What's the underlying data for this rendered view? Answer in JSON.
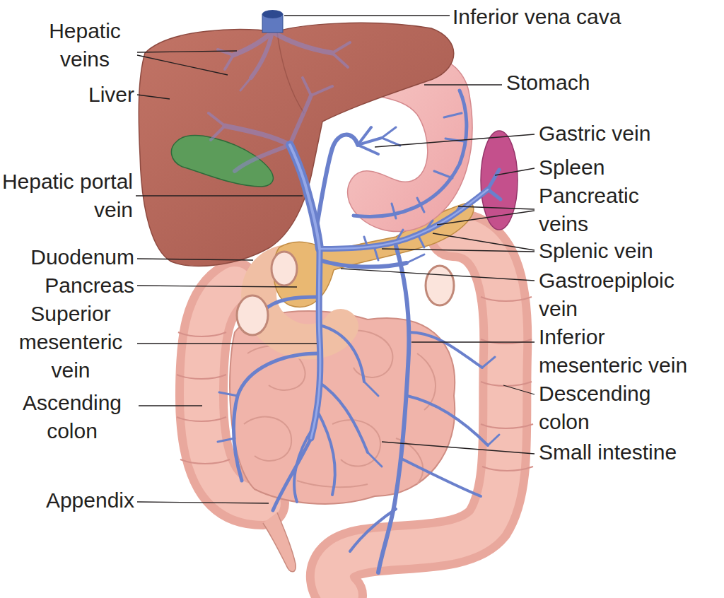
{
  "diagram": {
    "labels": [
      "Inferior vena cava",
      "Hepatic veins",
      "Liver",
      "Stomach",
      "Gastric vein",
      "Spleen",
      "Hepatic portal vein",
      "Pancreatic veins",
      "Splenic vein",
      "Duodenum",
      "Pancreas",
      "Gastroepiploic vein",
      "Superior mesenteric vein",
      "Inferior mesenteric vein",
      "Ascending colon",
      "Descending colon",
      "Small intestine",
      "Appendix"
    ]
  }
}
